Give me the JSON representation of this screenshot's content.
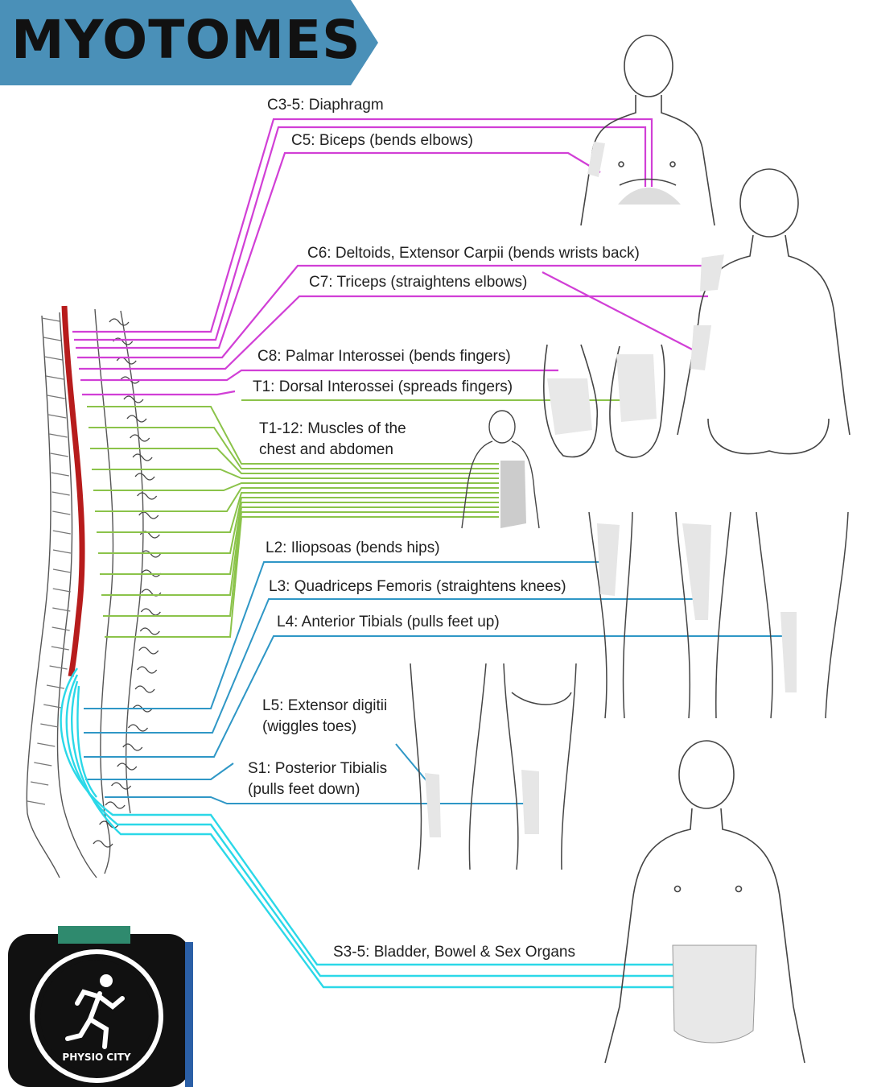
{
  "title": "MYOTOMES",
  "colors": {
    "banner": "#4a90b8",
    "cervical": "#d13fd6",
    "thoracic": "#8bc34a",
    "lumbar": "#2f97c6",
    "sacral": "#2bd8e8",
    "spinal_cord": "#b71c1c"
  },
  "labels": {
    "c3_5": "C3-5: Diaphragm",
    "c5": "C5: Biceps (bends elbows)",
    "c6": "C6: Deltoids, Extensor Carpii (bends wrists back)",
    "c7": "C7: Triceps (straightens elbows)",
    "c8": "C8: Palmar Interossei (bends fingers)",
    "t1": "T1: Dorsal Interossei (spreads fingers)",
    "t1_12_line1": "T1-12: Muscles of the",
    "t1_12_line2": "chest and abdomen",
    "l2": "L2: Iliopsoas (bends hips)",
    "l3": "L3: Quadriceps Femoris (straightens knees)",
    "l4": "L4: Anterior Tibials (pulls feet up)",
    "l5_line1": "L5: Extensor digitii",
    "l5_line2": "(wiggles toes)",
    "s1_line1": "S1: Posterior Tibialis",
    "s1_line2": "(pulls feet down)",
    "s3_5": "S3-5: Bladder, Bowel & Sex Organs"
  },
  "logo": {
    "text": "PHYSIO CITY",
    "icon": "runner-icon"
  }
}
